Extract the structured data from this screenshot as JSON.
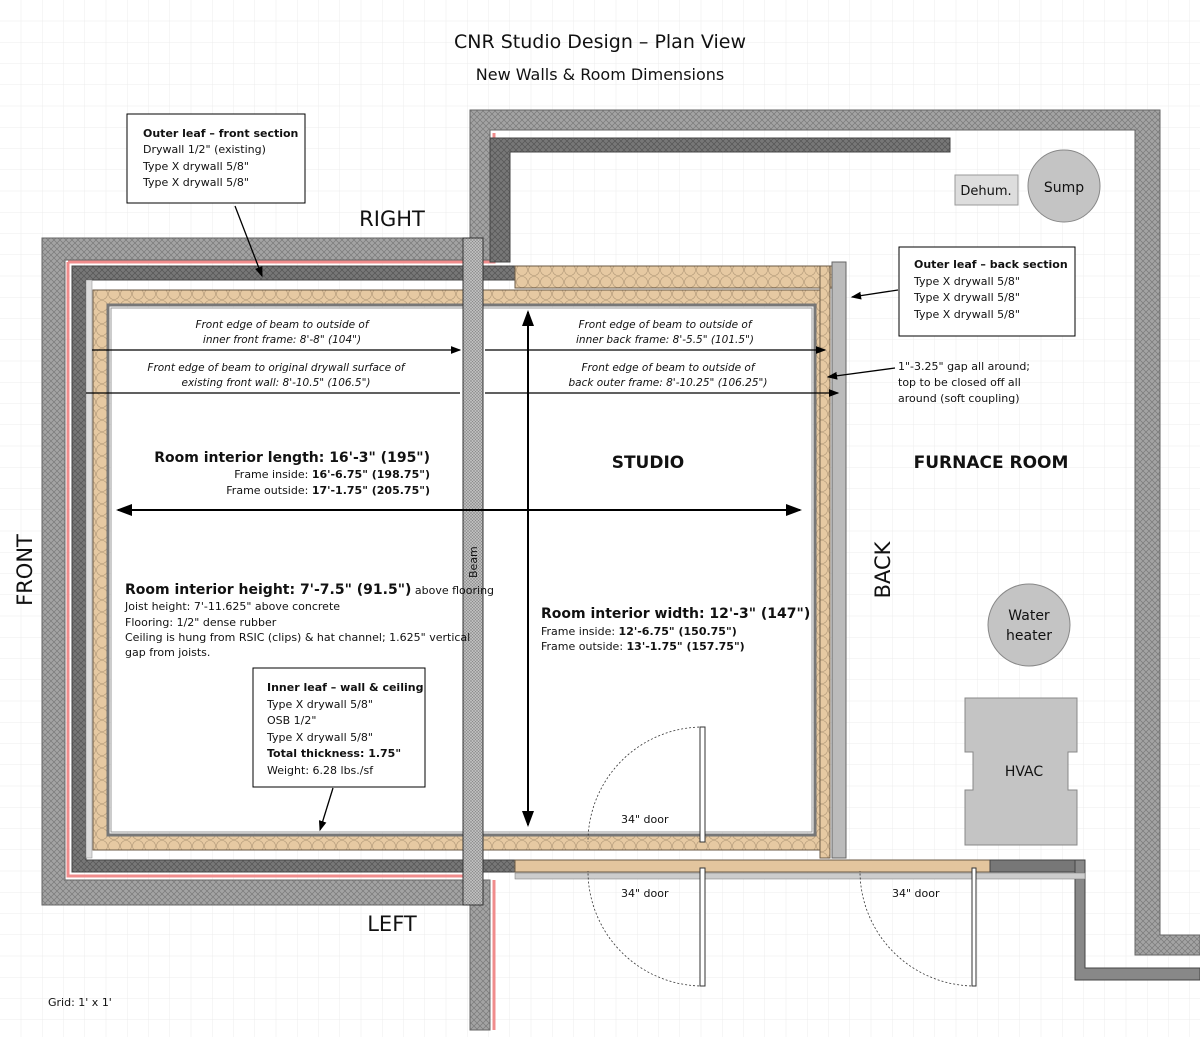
{
  "title": "CNR Studio Design – Plan View",
  "subtitle": "New Walls & Room Dimensions",
  "sides": {
    "right": "RIGHT",
    "left": "LEFT",
    "front": "FRONT",
    "back": "BACK"
  },
  "rooms": {
    "studio": "STUDIO",
    "furnace": "FURNACE ROOM"
  },
  "beam_label": "Beam",
  "equipment": {
    "dehum": "Dehum.",
    "sump": "Sump",
    "water_heater": [
      "Water",
      "heater"
    ],
    "hvac": "HVAC"
  },
  "grid_label": "Grid: 1' x 1'",
  "callouts": {
    "front_outer": {
      "title": "Outer leaf – front section",
      "lines": [
        "Drywall 1/2\" (existing)",
        "Type X drywall 5/8\"",
        "Type X drywall 5/8\""
      ]
    },
    "back_outer": {
      "title": "Outer leaf – back section",
      "lines": [
        "Type X drywall 5/8\"",
        "Type X drywall 5/8\"",
        "Type X drywall 5/8\""
      ]
    },
    "inner_leaf": {
      "title": "Inner leaf – wall & ceiling",
      "lines": [
        "Type X drywall 5/8\"",
        "OSB 1/2\"",
        "Type X drywall 5/8\""
      ],
      "total_label": "Total thickness: 1.75\"",
      "weight": "Weight: 6.28 lbs./sf"
    },
    "gap": [
      "1\"-3.25\" gap all around;",
      "top to be closed off all",
      "around (soft coupling)"
    ]
  },
  "dimensions": {
    "front_inner": [
      "Front edge of beam to outside of",
      "inner front frame: 8'-8\" (104\")"
    ],
    "front_drywall": [
      "Front edge of beam to original drywall surface of",
      "existing front wall: 8'-10.5\" (106.5\")"
    ],
    "back_inner": [
      "Front edge of beam to outside of",
      "inner back frame: 8'-5.5\" (101.5\")"
    ],
    "back_outer": [
      "Front edge of beam to outside of",
      "back outer frame: 8'-10.25\" (106.25\")"
    ],
    "length": {
      "title": "Room interior length: 16'-3\" (195\")",
      "inside_label": "Frame inside: ",
      "inside": "16'-6.75\" (198.75\")",
      "outside_label": "Frame outside: ",
      "outside": "17'-1.75\" (205.75\")"
    },
    "height": {
      "title": "Room interior height: 7'-7.5\" (91.5\")",
      "suffix": " above flooring",
      "lines": [
        "Joist height: 7'-11.625\" above concrete",
        "Flooring: 1/2\" dense rubber",
        "Ceiling is hung from RSIC (clips) & hat channel; 1.625\" vertical",
        "gap from joists."
      ]
    },
    "width": {
      "title": "Room interior width: 12'-3\" (147\")",
      "inside_label": "Frame inside: ",
      "inside": "12'-6.75\" (150.75\")",
      "outside_label": "Frame outside: ",
      "outside": "13'-1.75\" (157.75\")"
    }
  },
  "doors": [
    "34\" door",
    "34\" door",
    "34\" door"
  ],
  "colors": {
    "concrete": "#9a9a9a",
    "drywall_dark": "#6e6e6e",
    "frame": "#e3c59e",
    "pink": "#f08c8c",
    "equipment": "#c4c4c4"
  }
}
